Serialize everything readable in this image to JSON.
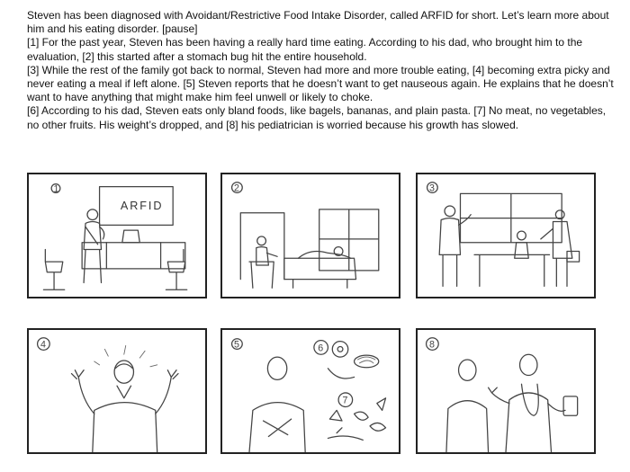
{
  "script": {
    "intro": "Steven has been diagnosed with Avoidant/Restrictive Food Intake Disorder, called ARFID for short. Let’s learn more about him and his eating disorder. [pause]",
    "p1": "[1] For the past year, Steven has been having a really hard time eating. According to his dad, who brought him to the evaluation, [2] this started after a stomach bug hit the entire household.",
    "p2": "[3] While the rest of the family got back to normal, Steven had more and more trouble eating, [4] becoming extra picky and never eating a meal if left alone. [5] Steven reports that he doesn’t want to get nauseous again. He explains that he doesn’t want to have anything that might make him feel unwell or likely to choke.",
    "p3": "[6] According to his dad, Steven eats only bland foods, like bagels, bananas, and plain pasta. [7] No meat, no vegetables, no other fruits. His weight’s dropped, and [8] his pediatrician is worried because his growth has slowed."
  },
  "panels": {
    "p1": {
      "number": "1",
      "board": "ARFID"
    },
    "p2": {
      "number": "2"
    },
    "p3": {
      "number": "3"
    },
    "p4": {
      "number": "4"
    },
    "p5": {
      "number": "5",
      "food_number": "6",
      "food_number2": "7"
    },
    "p6": {
      "number": "8"
    }
  }
}
